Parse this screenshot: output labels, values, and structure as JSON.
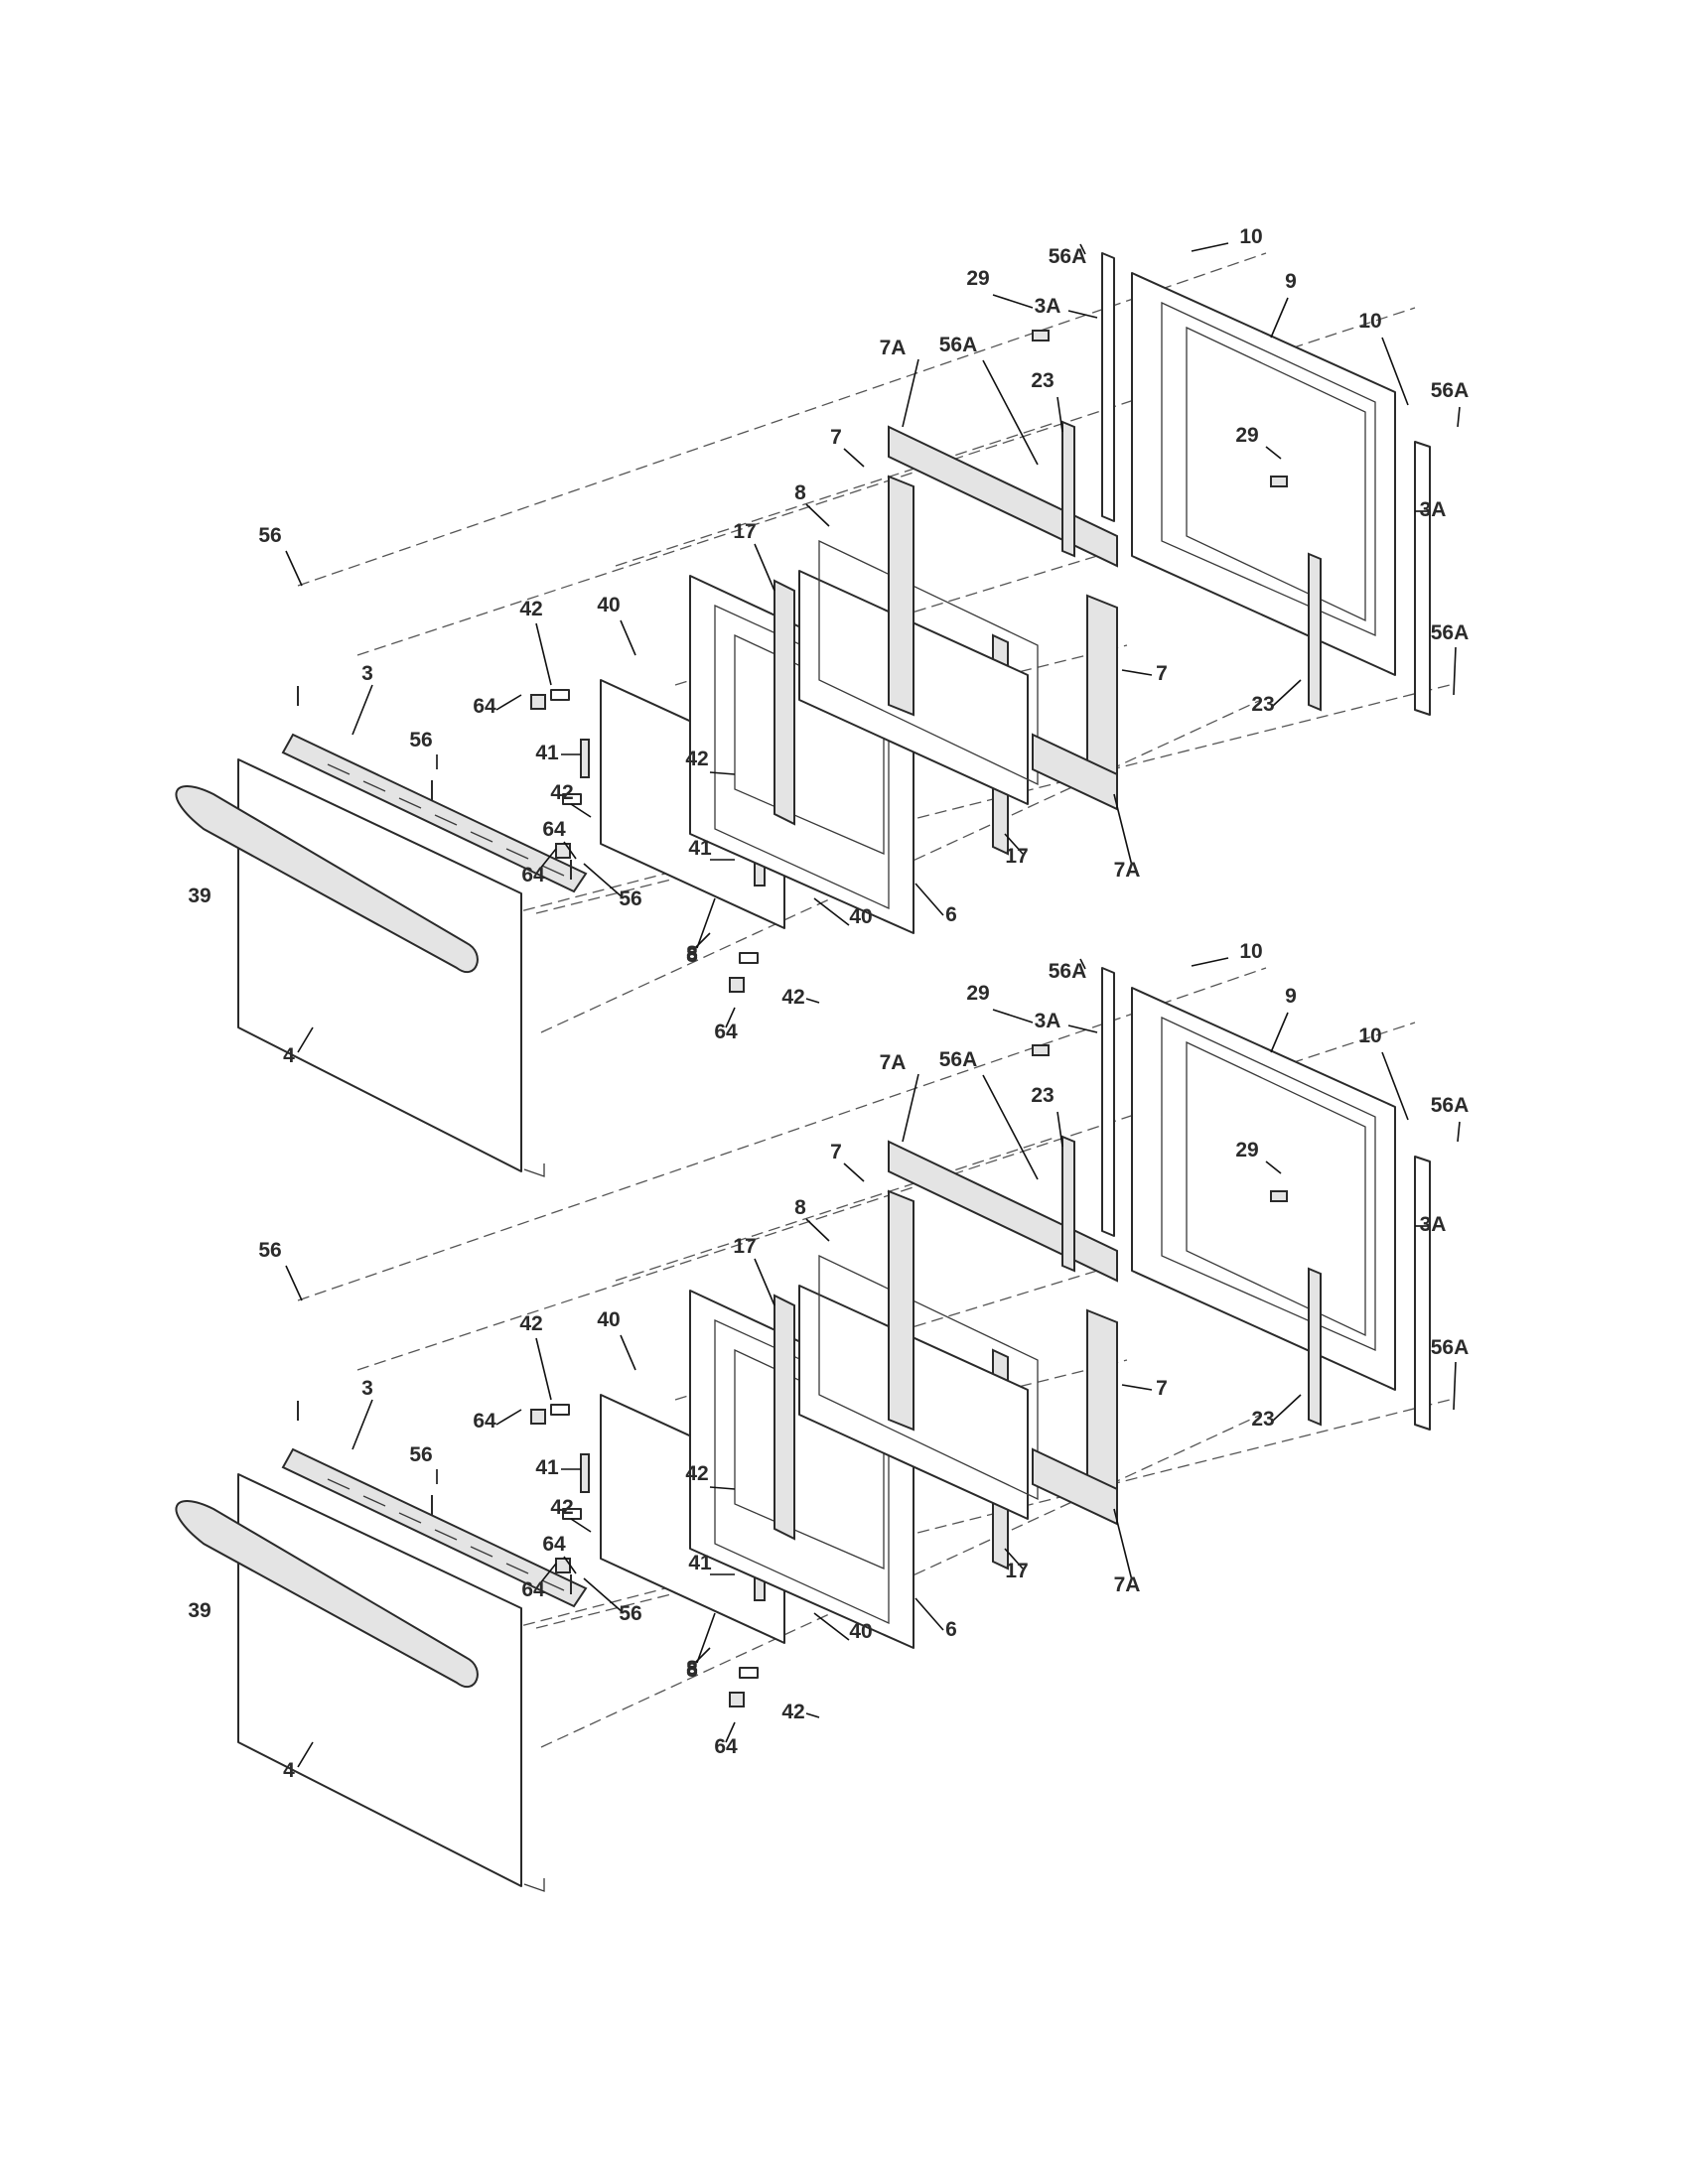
{
  "diagram": {
    "assemblies": [
      {
        "id": "upper-door",
        "labels": [
          "56A",
          "10",
          "29",
          "3A",
          "9",
          "10",
          "56A",
          "7A",
          "56A",
          "23",
          "29",
          "3A",
          "7",
          "8",
          "17",
          "42",
          "40",
          "56",
          "3",
          "64",
          "7",
          "56",
          "41",
          "42",
          "23",
          "56A",
          "64",
          "42",
          "41",
          "64",
          "56",
          "39",
          "8",
          "17",
          "7A",
          "6",
          "40",
          "8",
          "42",
          "64",
          "4"
        ]
      },
      {
        "id": "lower-door",
        "labels": [
          "56A",
          "10",
          "29",
          "3A",
          "9",
          "10",
          "56A",
          "7A",
          "56A",
          "23",
          "29",
          "3A",
          "7",
          "8",
          "17",
          "42",
          "40",
          "56",
          "3",
          "64",
          "7",
          "56",
          "41",
          "42",
          "23",
          "56A",
          "64",
          "42",
          "41",
          "64",
          "56",
          "39",
          "8",
          "17",
          "7A",
          "6",
          "40",
          "8",
          "42",
          "64",
          "4"
        ]
      }
    ]
  }
}
